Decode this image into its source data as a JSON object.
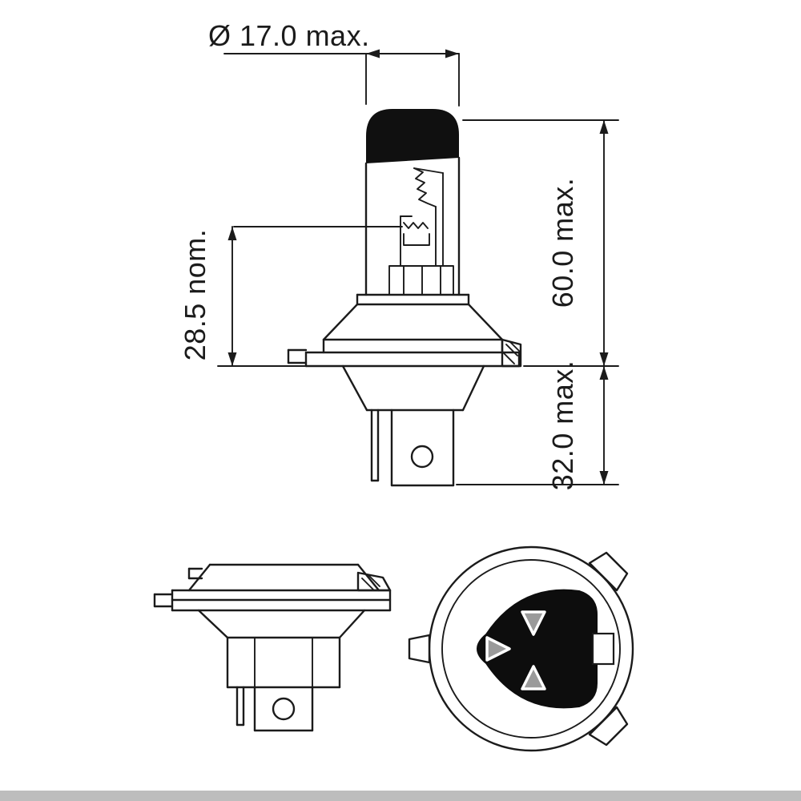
{
  "page": {
    "background": "#ffffff"
  },
  "drawing": {
    "subject": "H4 halogen headlight bulb dimensional technical drawing",
    "views": {
      "side": "bulb side elevation",
      "base_side": "base side view",
      "base_bottom": "base bottom (connector) view"
    },
    "labels": {
      "diameter": "Ø 17.0 max.",
      "overall_length": "60.0 max.",
      "light_center_length": "28.5 nom.",
      "base_length": "32.0 max."
    },
    "colors": {
      "line": "#1b1b1b",
      "cap_fill": "#101010",
      "insulator_fill": "#0d0d0d",
      "terminal_fill": "#9a9a9a",
      "footer_bar": "#bdbdbd",
      "background": "#ffffff"
    }
  }
}
